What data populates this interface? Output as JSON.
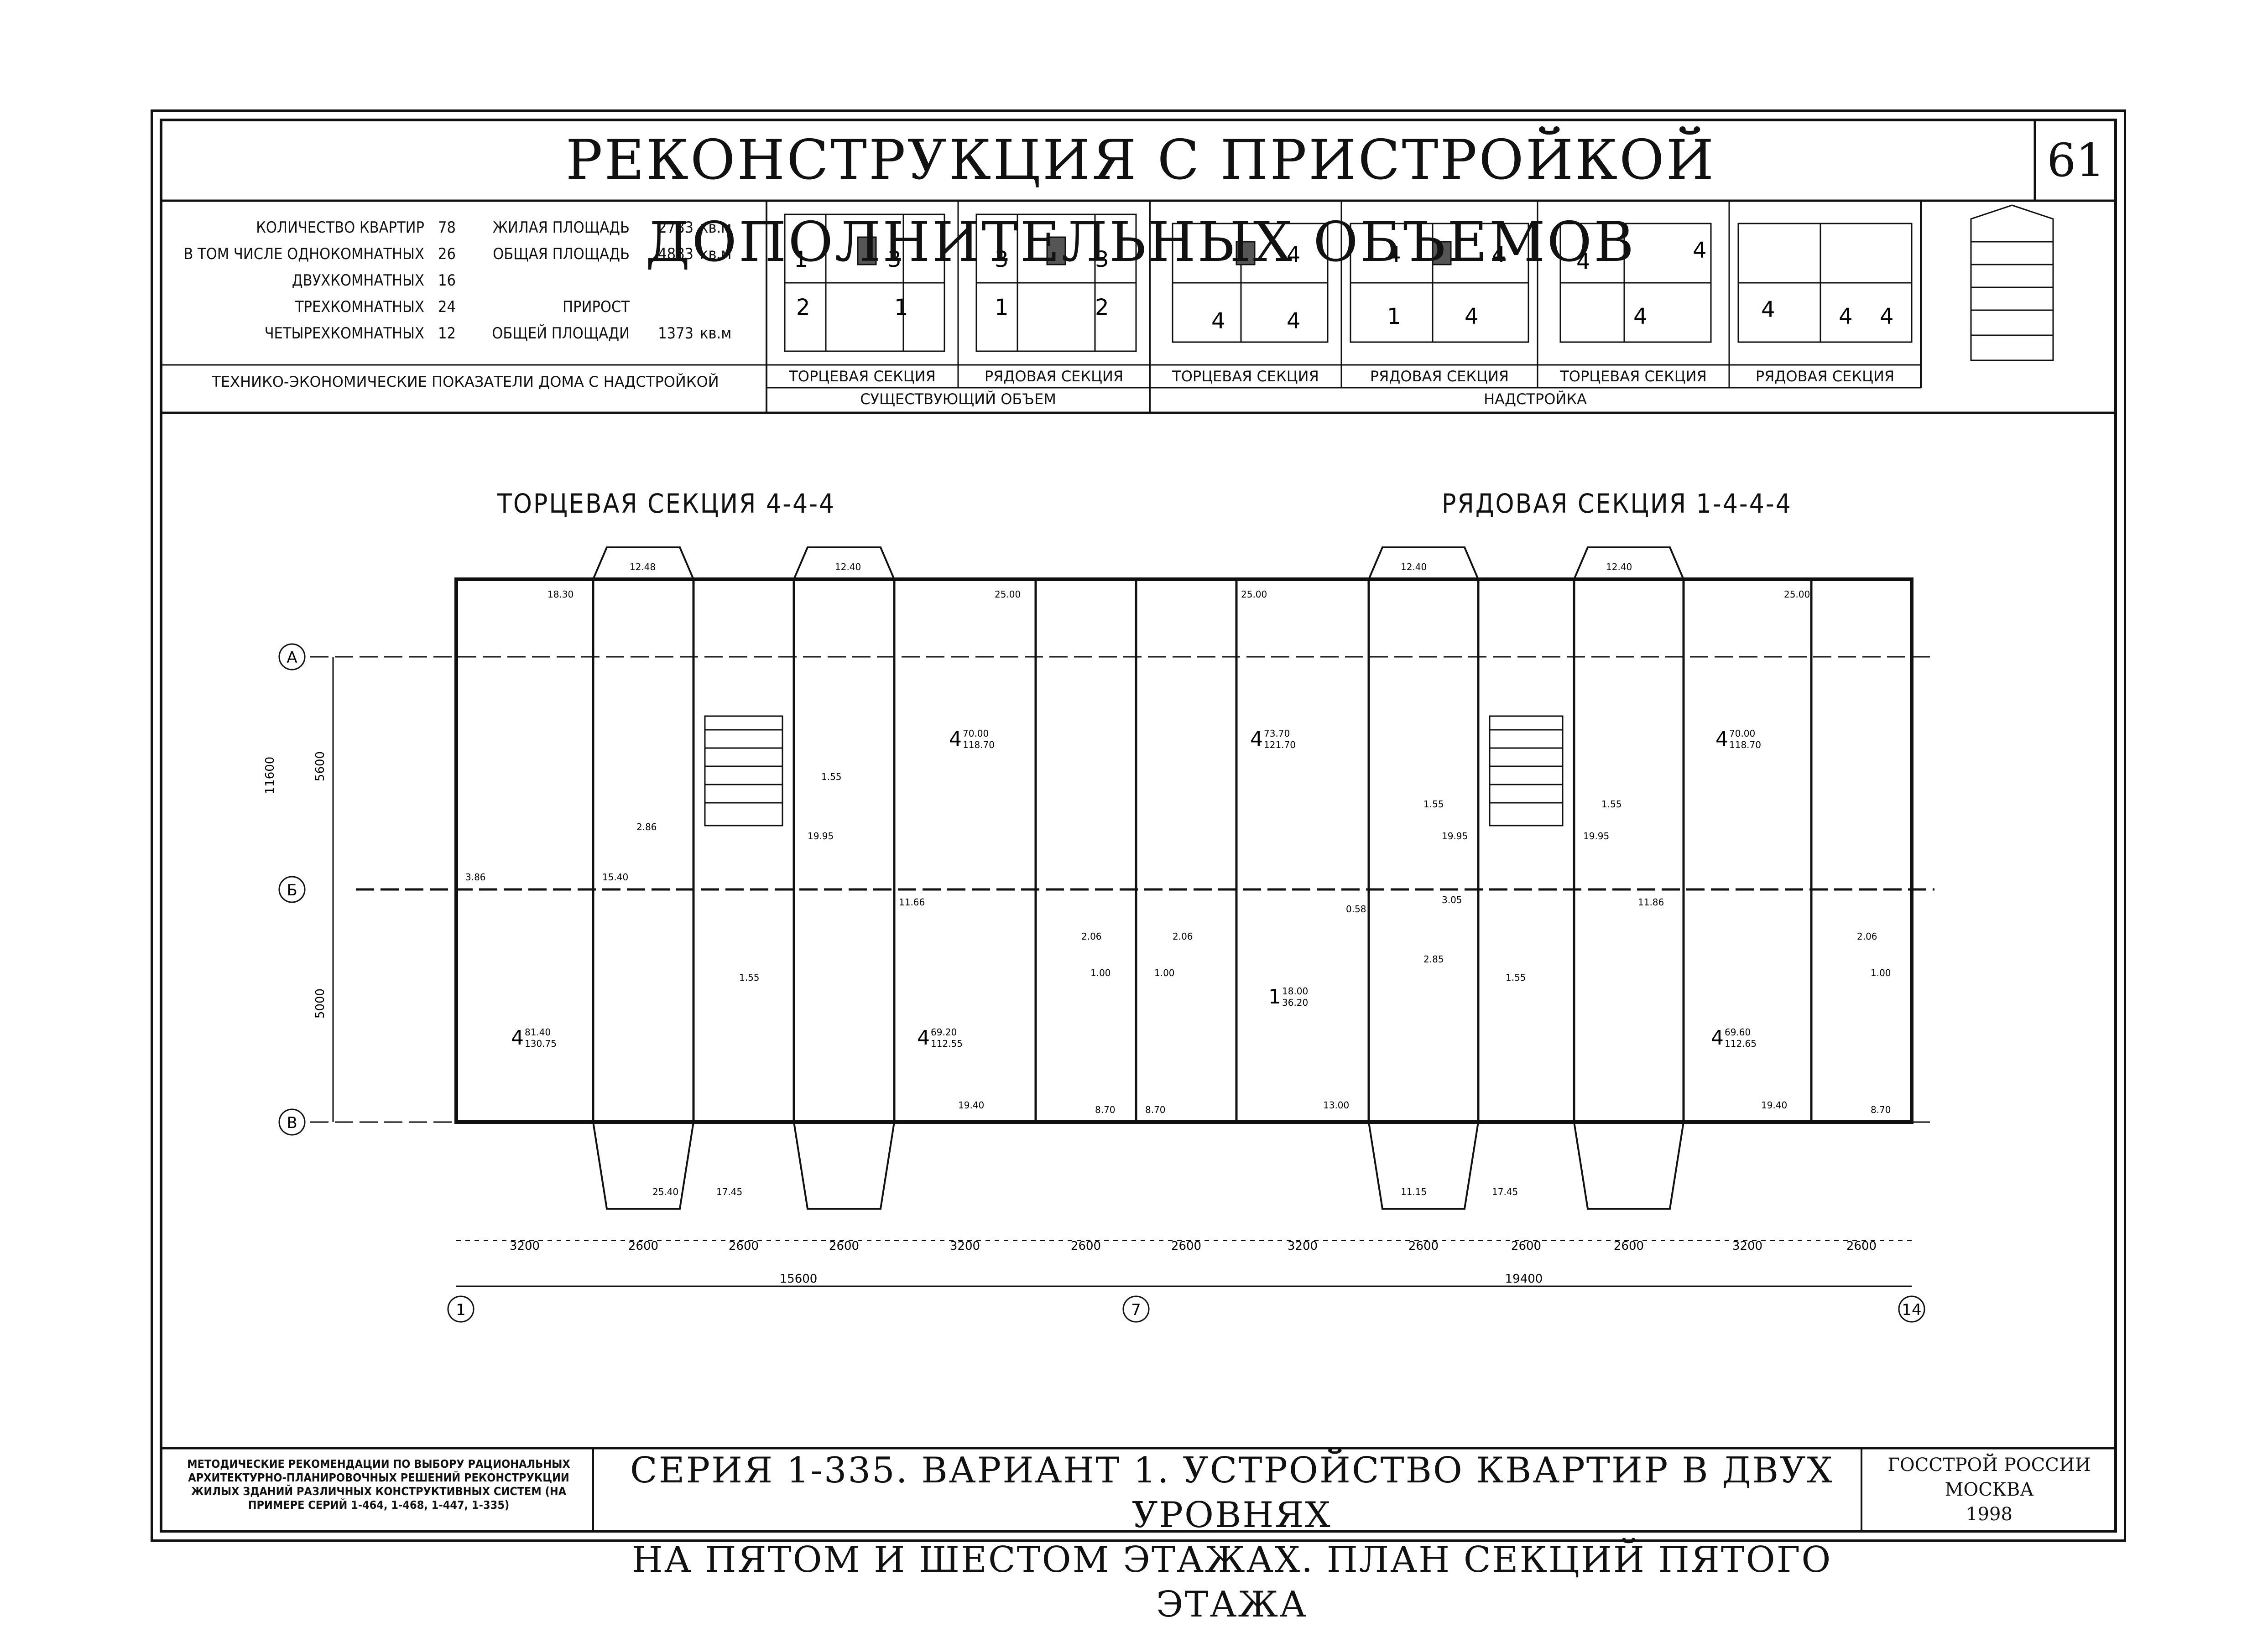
{
  "header": {
    "title": "РЕКОНСТРУКЦИЯ С ПРИСТРОЙКОЙ ДОПОЛНИТЕЛЬНЫХ ОБЪЕМОВ",
    "page_number": "61"
  },
  "tech_indicators": {
    "rows": [
      {
        "label": "КОЛИЧЕСТВО КВАРТИР",
        "value": "78",
        "label2": "ЖИЛАЯ ПЛОЩАДЬ",
        "value2": "2783",
        "unit": "кв.м"
      },
      {
        "label": "В ТОМ ЧИСЛЕ ОДНОКОМНАТНЫХ",
        "value": "26",
        "label2": "ОБЩАЯ ПЛОЩАДЬ",
        "value2": "4883",
        "unit": "кв.м"
      },
      {
        "label": "ДВУХКОМНАТНЫХ",
        "value": "16",
        "label2": "",
        "value2": "",
        "unit": ""
      },
      {
        "label": "ТРЕХКОМНАТНЫХ",
        "value": "24",
        "label2": "ПРИРОСТ",
        "value2": "",
        "unit": ""
      },
      {
        "label": "ЧЕТЫРЕХКОМНАТНЫХ",
        "value": "12",
        "label2": "ОБЩЕЙ ПЛОЩАДИ",
        "value2": "1373",
        "unit": "кв.м"
      }
    ],
    "caption": "ТЕХНИКО-ЭКОНОМИЧЕСКИЕ ПОКАЗАТЕЛИ ДОМА С НАДСТРОЙКОЙ"
  },
  "scheme_captions": {
    "sec1": "ТОРЦЕВАЯ СЕКЦИЯ",
    "sec2": "РЯДОВАЯ СЕКЦИЯ",
    "sec3": "ТОРЦЕВАЯ СЕКЦИЯ",
    "sec4": "РЯДОВАЯ СЕКЦИЯ",
    "sec5": "ТОРЦЕВАЯ СЕКЦИЯ",
    "sec6": "РЯДОВАЯ СЕКЦИЯ",
    "group_existing": "СУЩЕСТВУЮЩИЙ ОБЪЕМ",
    "group_superstructure": "НАДСТРОЙКА"
  },
  "scheme_numbers": {
    "s1": [
      "1",
      "3",
      "2",
      "1"
    ],
    "s2": [
      "3",
      "3",
      "1",
      "2"
    ],
    "s3": [
      "4",
      "4",
      "4"
    ],
    "s4": [
      "4",
      "4",
      "1",
      "4"
    ],
    "s5": [
      "4",
      "4",
      "4"
    ],
    "s6": [
      "4",
      "4",
      "4"
    ]
  },
  "plan": {
    "label_left": "ТОРЦЕВАЯ СЕКЦИЯ 4-4-4",
    "label_right": "РЯДОВАЯ СЕКЦИЯ 1-4-4-4",
    "axes_rows": [
      "А",
      "Б",
      "В"
    ],
    "axes_cols": [
      "1",
      "7",
      "14"
    ],
    "vertical_dims": [
      "11600",
      "5600",
      "5000"
    ],
    "bay_dims": [
      "3200",
      "2600",
      "2600",
      "2600",
      "3200",
      "2600",
      "2600",
      "3200",
      "2600",
      "2600",
      "2600",
      "3200",
      "2600"
    ],
    "total_dims": [
      "15600",
      "19400"
    ],
    "apartments": [
      {
        "rooms": "4",
        "living": "70.00",
        "total": "118.70"
      },
      {
        "rooms": "4",
        "living": "73.70",
        "total": "121.70"
      },
      {
        "rooms": "4",
        "living": "70.00",
        "total": "118.70"
      },
      {
        "rooms": "4",
        "living": "81.40",
        "total": "130.75"
      },
      {
        "rooms": "4",
        "living": "69.20",
        "total": "112.55"
      },
      {
        "rooms": "1",
        "living": "18.00",
        "total": "36.20"
      },
      {
        "rooms": "4",
        "living": "69.60",
        "total": "112.65"
      }
    ],
    "room_areas": [
      "12.48",
      "12.40",
      "18.30",
      "25.00",
      "25.00",
      "12.40",
      "12.40",
      "25.00",
      "1.55",
      "2.86",
      "19.95",
      "1.55",
      "1.55",
      "19.95",
      "19.95",
      "3.86",
      "15.40",
      "11.66",
      "2.06",
      "2.06",
      "0.58",
      "3.05",
      "11.86",
      "2.85",
      "2.06",
      "1.55",
      "1.55",
      "1.00",
      "1.00",
      "1.00",
      "19.40",
      "8.70",
      "8.70",
      "13.00",
      "19.40",
      "8.70",
      "25.40",
      "17.45",
      "11.15",
      "17.45"
    ]
  },
  "footer": {
    "left_text": "МЕТОДИЧЕСКИЕ РЕКОМЕНДАЦИИ ПО ВЫБОРУ РАЦИОНАЛЬНЫХ АРХИТЕКТУРНО-ПЛАНИРОВОЧНЫХ РЕШЕНИЙ РЕКОНСТРУКЦИИ ЖИЛЫХ ЗДАНИЙ РАЗЛИЧНЫХ КОНСТРУКТИВНЫХ СИСТЕМ (НА ПРИМЕРЕ СЕРИЙ 1-464, 1-468, 1-447, 1-335)",
    "main_line1": "СЕРИЯ 1-335. ВАРИАНТ 1. УСТРОЙСТВО КВАРТИР В ДВУХ УРОВНЯХ",
    "main_line2": "НА ПЯТОМ И ШЕСТОМ ЭТАЖАХ. ПЛАН СЕКЦИЙ ПЯТОГО ЭТАЖА",
    "org_line1": "ГОССТРОЙ РОССИИ",
    "org_line2": "МОСКВА",
    "org_line3": "1998"
  }
}
